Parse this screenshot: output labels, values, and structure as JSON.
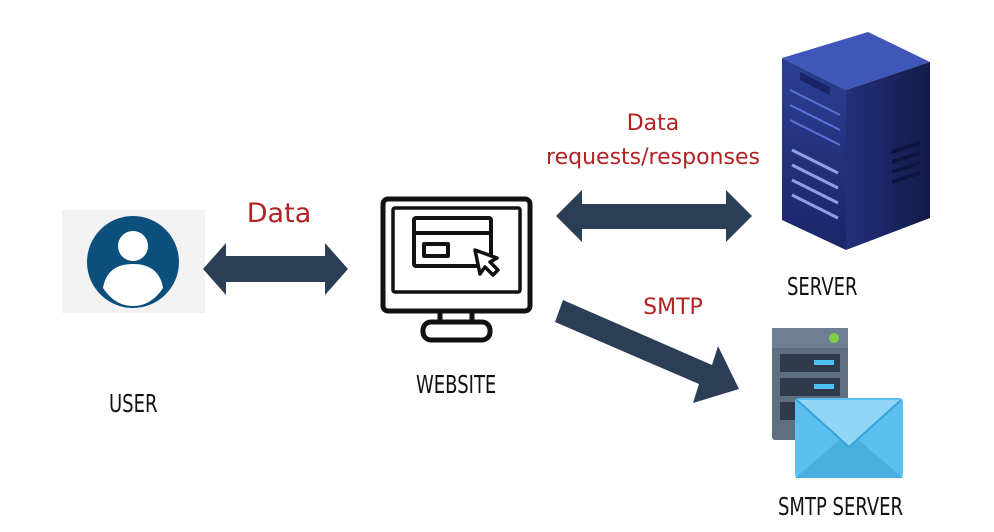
{
  "nodes": {
    "user": {
      "label": "USER",
      "icon": "user-avatar-icon"
    },
    "website": {
      "label": "WEBSITE",
      "icon": "monitor-with-cursor-icon"
    },
    "server": {
      "label": "SERVER",
      "icon": "server-tower-icon"
    },
    "smtp_server": {
      "label": "SMTP SERVER",
      "icon": "mail-server-icon"
    }
  },
  "edges": {
    "user_website": {
      "label": "Data",
      "direction": "bidirectional"
    },
    "website_server": {
      "label_line1": "Data",
      "label_line2": "requests/responses",
      "direction": "bidirectional"
    },
    "website_smtp": {
      "label": "SMTP",
      "direction": "one-way"
    }
  },
  "colors": {
    "arrow": "#2b3e55",
    "edge_label": "#b22222",
    "user_icon": "#0d4f7c",
    "user_icon_bg": "#f2f2f2",
    "server_dark": "#1c2a63",
    "server_mid": "#2b3f8c",
    "server_light": "#4f63c4",
    "mail_envelope": "#5bc0f0",
    "mail_server": "#5f6f82",
    "mail_server_led": "#4fc3f7",
    "status_led": "#7bd148"
  }
}
